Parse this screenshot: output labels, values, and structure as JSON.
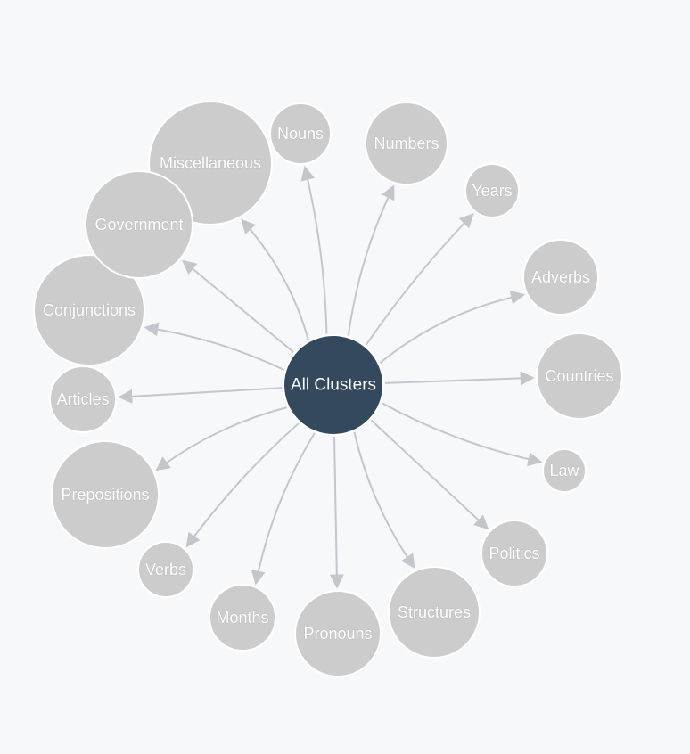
{
  "colors": {
    "background": "#f7f8fa",
    "root_fill": "#34495e",
    "node_fill": "#cccccc",
    "edge": "#c3c6cb",
    "label": "#ffffff"
  },
  "root": {
    "label": "All Clusters"
  },
  "clusters": [
    {
      "id": "miscellaneous",
      "label": "Miscellaneous"
    },
    {
      "id": "nouns",
      "label": "Nouns"
    },
    {
      "id": "numbers",
      "label": "Numbers"
    },
    {
      "id": "years",
      "label": "Years"
    },
    {
      "id": "adverbs",
      "label": "Adverbs"
    },
    {
      "id": "countries",
      "label": "Countries"
    },
    {
      "id": "law",
      "label": "Law"
    },
    {
      "id": "politics",
      "label": "Politics"
    },
    {
      "id": "structures",
      "label": "Structures"
    },
    {
      "id": "pronouns",
      "label": "Pronouns"
    },
    {
      "id": "months",
      "label": "Months"
    },
    {
      "id": "verbs",
      "label": "Verbs"
    },
    {
      "id": "prepositions",
      "label": "Prepositions"
    },
    {
      "id": "articles",
      "label": "Articles"
    },
    {
      "id": "conjunctions",
      "label": "Conjunctions"
    },
    {
      "id": "government",
      "label": "Government"
    }
  ]
}
